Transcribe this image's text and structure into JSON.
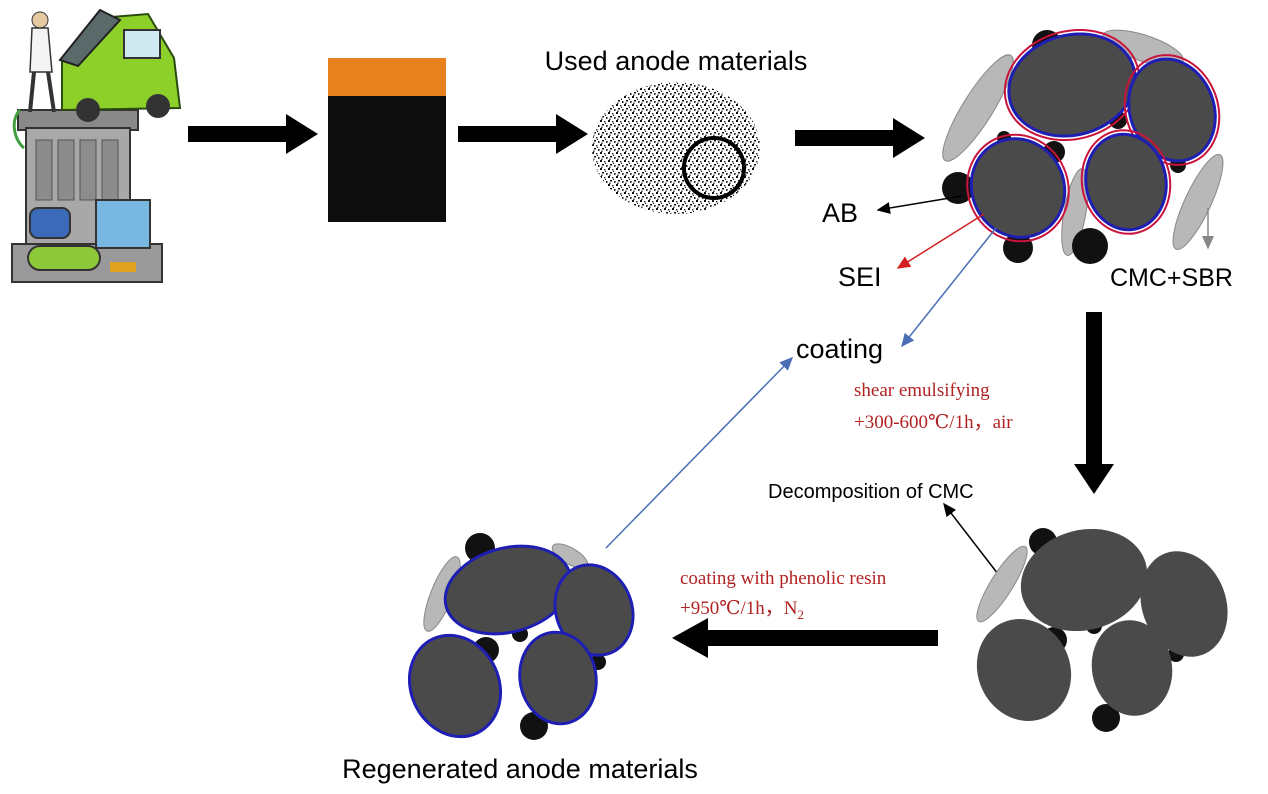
{
  "labels": {
    "used_anode": "Used anode materials",
    "ab": "AB",
    "sei": "SEI",
    "cmc_sbr": "CMC+SBR",
    "coating": "coating",
    "step1_line1": "shear emulsifying",
    "step1_line2": "+300-600℃/1h，air",
    "decomposition": "Decomposition of CMC",
    "step2_line1": "coating with phenolic resin",
    "step2_line2_prefix": "+950℃/1h，N",
    "step2_line2_sub": "2",
    "regenerated": "Regenerated anode materials"
  },
  "colors": {
    "arrow": "#000000",
    "condition_text": "#b22222",
    "particle_fill": "#4a4a4a",
    "binder_fill": "#b8b8b8",
    "sei_outline": "#c8143c",
    "coating_outline": "#1e1eb4",
    "battery_cap": "#e8821e",
    "battery_body": "#0d0d0d",
    "pointer_sei": "#d42020",
    "pointer_coating": "#4a6fb5",
    "pointer_cmc": "#888888"
  },
  "icons": [
    "recycling-bin-with-car-icon",
    "battery-icon",
    "used-anode-powder-icon"
  ]
}
